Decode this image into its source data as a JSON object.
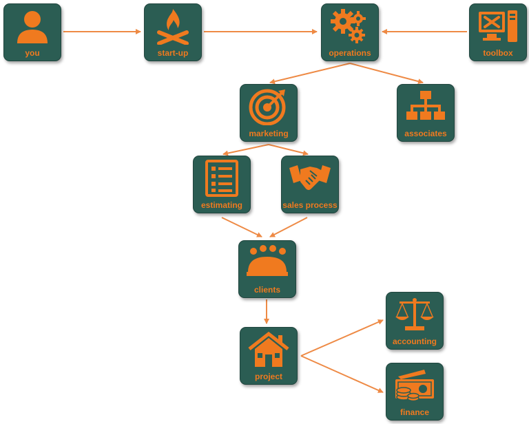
{
  "colors": {
    "box": "#2b5d53",
    "accent": "#f07a1f",
    "arrow": "#ee8a45"
  },
  "nodes": {
    "you": {
      "label": "you",
      "icon": "person-icon"
    },
    "startup": {
      "label": "start-up",
      "icon": "campfire-icon"
    },
    "operations": {
      "label": "operations",
      "icon": "gears-icon"
    },
    "toolbox": {
      "label": "toolbox",
      "icon": "computer-tools-icon"
    },
    "marketing": {
      "label": "marketing",
      "icon": "target-icon"
    },
    "associates": {
      "label": "associates",
      "icon": "org-chart-icon"
    },
    "estimating": {
      "label": "estimating",
      "icon": "checklist-icon"
    },
    "sales": {
      "label": "sales process",
      "icon": "handshake-icon"
    },
    "clients": {
      "label": "clients",
      "icon": "meeting-icon"
    },
    "project": {
      "label": "project",
      "icon": "house-icon"
    },
    "accounting": {
      "label": "accounting",
      "icon": "scales-icon"
    },
    "finance": {
      "label": "finance",
      "icon": "money-icon"
    }
  },
  "edges": [
    [
      "you",
      "startup"
    ],
    [
      "startup",
      "operations"
    ],
    [
      "toolbox",
      "operations"
    ],
    [
      "operations",
      "marketing"
    ],
    [
      "operations",
      "associates"
    ],
    [
      "marketing",
      "estimating"
    ],
    [
      "marketing",
      "sales"
    ],
    [
      "estimating",
      "clients"
    ],
    [
      "sales",
      "clients"
    ],
    [
      "clients",
      "project"
    ],
    [
      "project",
      "accounting"
    ],
    [
      "project",
      "finance"
    ]
  ]
}
